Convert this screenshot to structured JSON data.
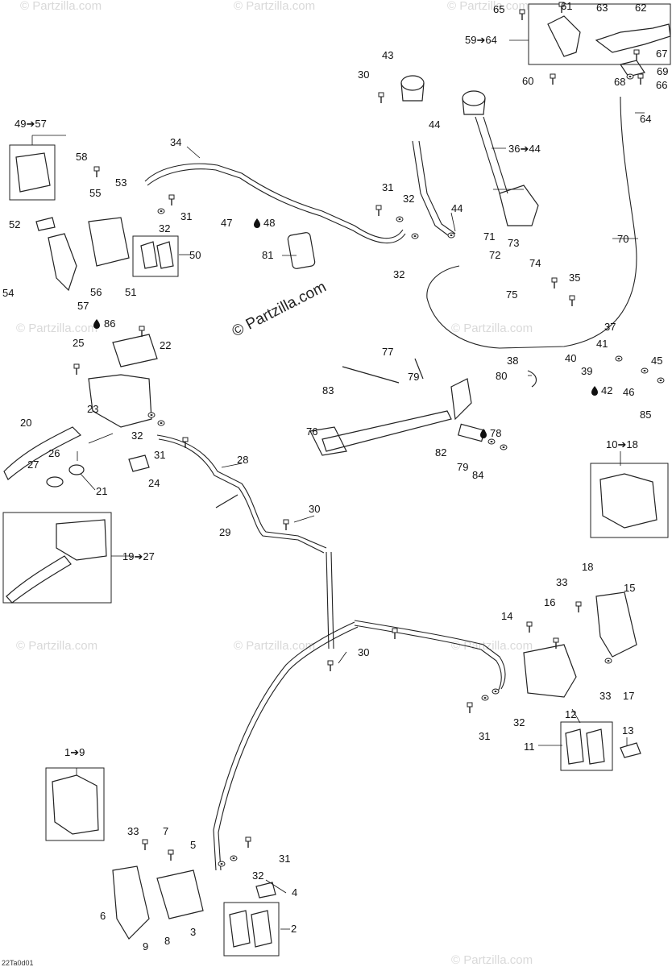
{
  "watermark": "© Partzilla.com",
  "diagram_code": "22Ta0d01",
  "drop_icon": "oil-drop-icon",
  "labels": {
    "p1to9": "1➔9",
    "p2": "2",
    "p3": "3",
    "p4": "4",
    "p5": "5",
    "p6": "6",
    "p7": "7",
    "p8": "8",
    "p9": "9",
    "p10to18": "10➔18",
    "p11": "11",
    "p12": "12",
    "p13": "13",
    "p14": "14",
    "p15": "15",
    "p16": "16",
    "p17": "17",
    "p18": "18",
    "p19to27": "19➔27",
    "p20": "20",
    "p21": "21",
    "p22": "22",
    "p23": "23",
    "p24": "24",
    "p25": "25",
    "p26": "26",
    "p27": "27",
    "p28": "28",
    "p29": "29",
    "p30a": "30",
    "p30b": "30",
    "p30c": "30",
    "p31a": "31",
    "p31b": "31",
    "p31c": "31",
    "p31d": "31",
    "p31e": "31",
    "p32a": "32",
    "p32b": "32",
    "p32c": "32",
    "p32d": "32",
    "p32e": "32",
    "p33a": "33",
    "p33b": "33",
    "p33c": "33",
    "p34": "34",
    "p35": "35",
    "p36to44": "36➔44",
    "p37": "37",
    "p38": "38",
    "p39": "39",
    "p40": "40",
    "p41": "41",
    "p42": "42",
    "p43": "43",
    "p44a": "44",
    "p44b": "44",
    "p45": "45",
    "p46": "46",
    "p47": "47",
    "p48": "48",
    "p49to57": "49➔57",
    "p50": "50",
    "p51": "51",
    "p52": "52",
    "p53": "53",
    "p54": "54",
    "p55": "55",
    "p56": "56",
    "p57": "57",
    "p58": "58",
    "p59to64": "59➔64",
    "p60": "60",
    "p61": "61",
    "p62": "62",
    "p63": "63",
    "p64": "64",
    "p65": "65",
    "p66": "66",
    "p67": "67",
    "p68": "68",
    "p69": "69",
    "p70": "70",
    "p71": "71",
    "p72": "72",
    "p73": "73",
    "p74": "74",
    "p75": "75",
    "p76": "76",
    "p77": "77",
    "p78": "78",
    "p79a": "79",
    "p79b": "79",
    "p80": "80",
    "p81": "81",
    "p82": "82",
    "p83": "83",
    "p84": "84",
    "p85": "85",
    "p86": "86"
  }
}
